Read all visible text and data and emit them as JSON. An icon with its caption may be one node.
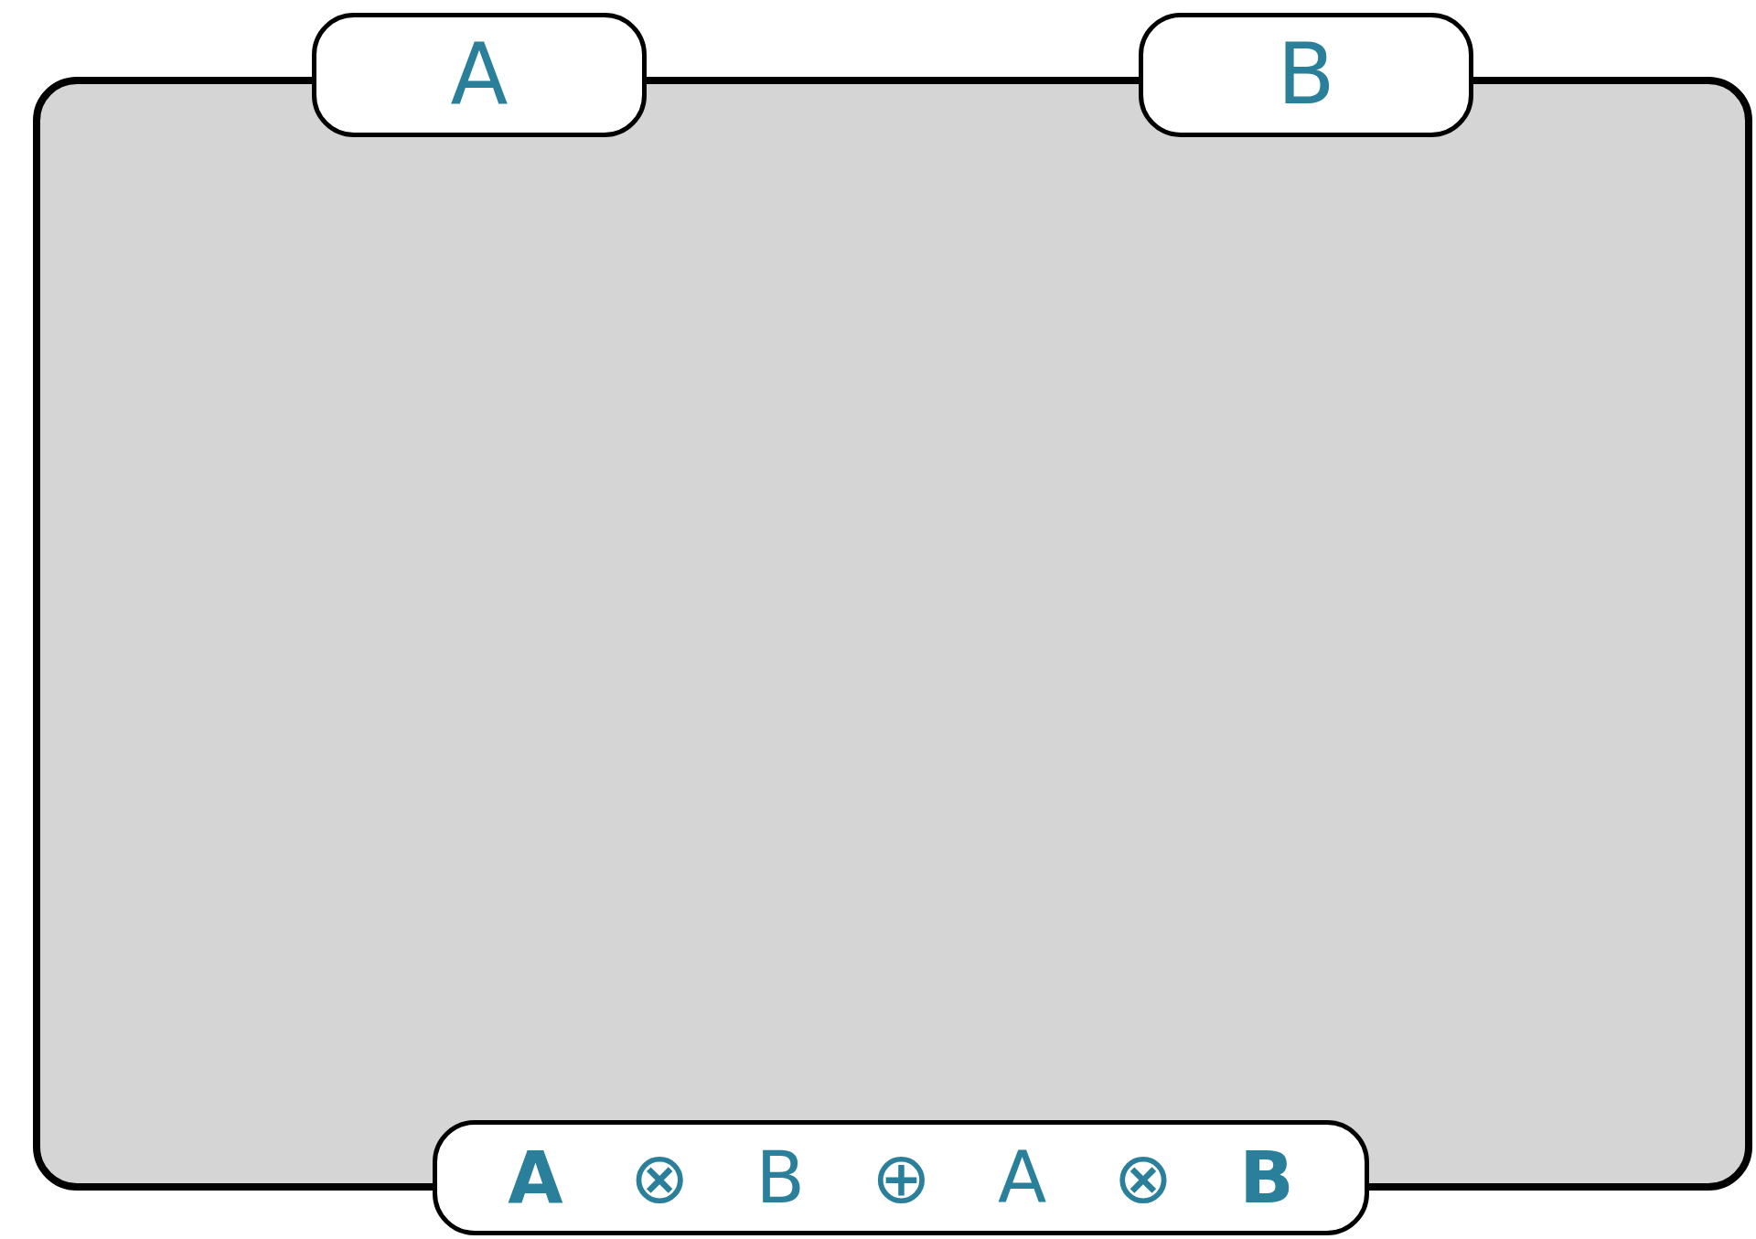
{
  "diagram": {
    "nodes": [
      {
        "text": [],
        "shape": "box"
      },
      {
        "text": [
          "A"
        ]
      },
      {
        "text": [
          "B"
        ]
      },
      {
        "text": [
          "**A** ⊗ B ⊕ A ⊗ **B**"
        ]
      }
    ]
  }
}
